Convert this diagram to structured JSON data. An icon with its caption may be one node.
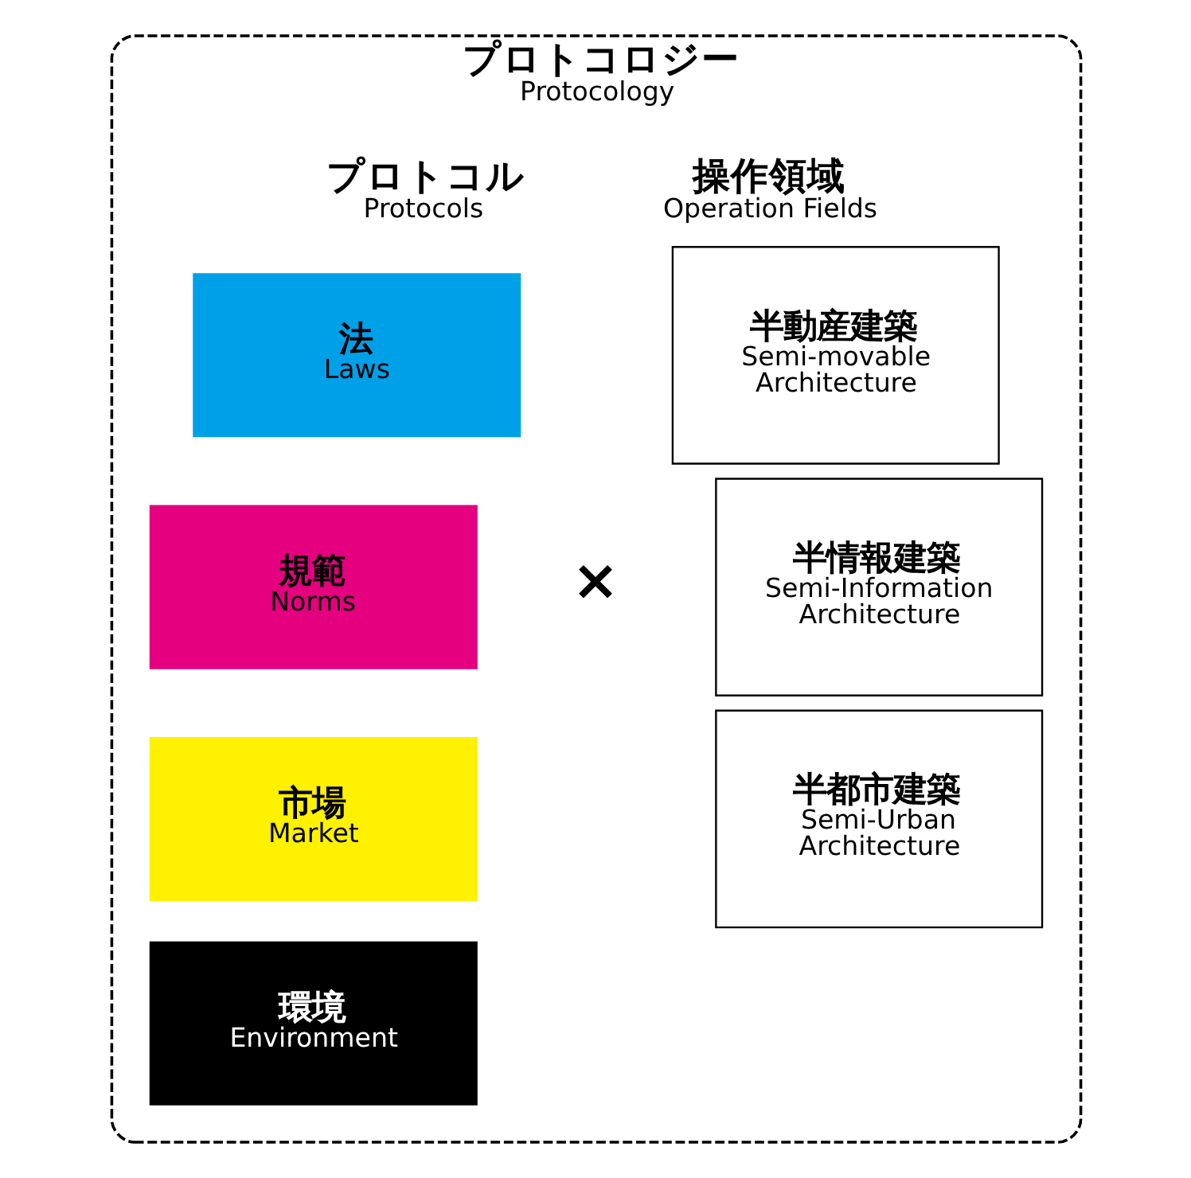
{
  "diagram": {
    "nodes": [
      {
        "text": [
          "プロトコロジー",
          "Protocology"
        ]
      },
      {
        "text": [
          "法",
          "Laws"
        ],
        "in": 0
      },
      {
        "text": [
          "規範",
          "Norms"
        ],
        "in": 0
      },
      {
        "text": [
          "市場",
          "Market"
        ],
        "in": 0
      },
      {
        "text": [
          "環境",
          "Environment"
        ],
        "in": 0
      },
      {
        "text": [
          "半動産建築",
          "Semi-movable Architecture"
        ],
        "in": 0
      },
      {
        "text": [
          "半情報建築",
          "Semi-Information Architecture"
        ],
        "in": 0
      },
      {
        "text": [
          "半都市建築",
          "Semi-Urban Architecture"
        ],
        "in": 0
      }
    ],
    "edges": [],
    "labels": [
      "プロトコル",
      "Protocols",
      "操作領域",
      "Operation Fields",
      "×"
    ]
  }
}
